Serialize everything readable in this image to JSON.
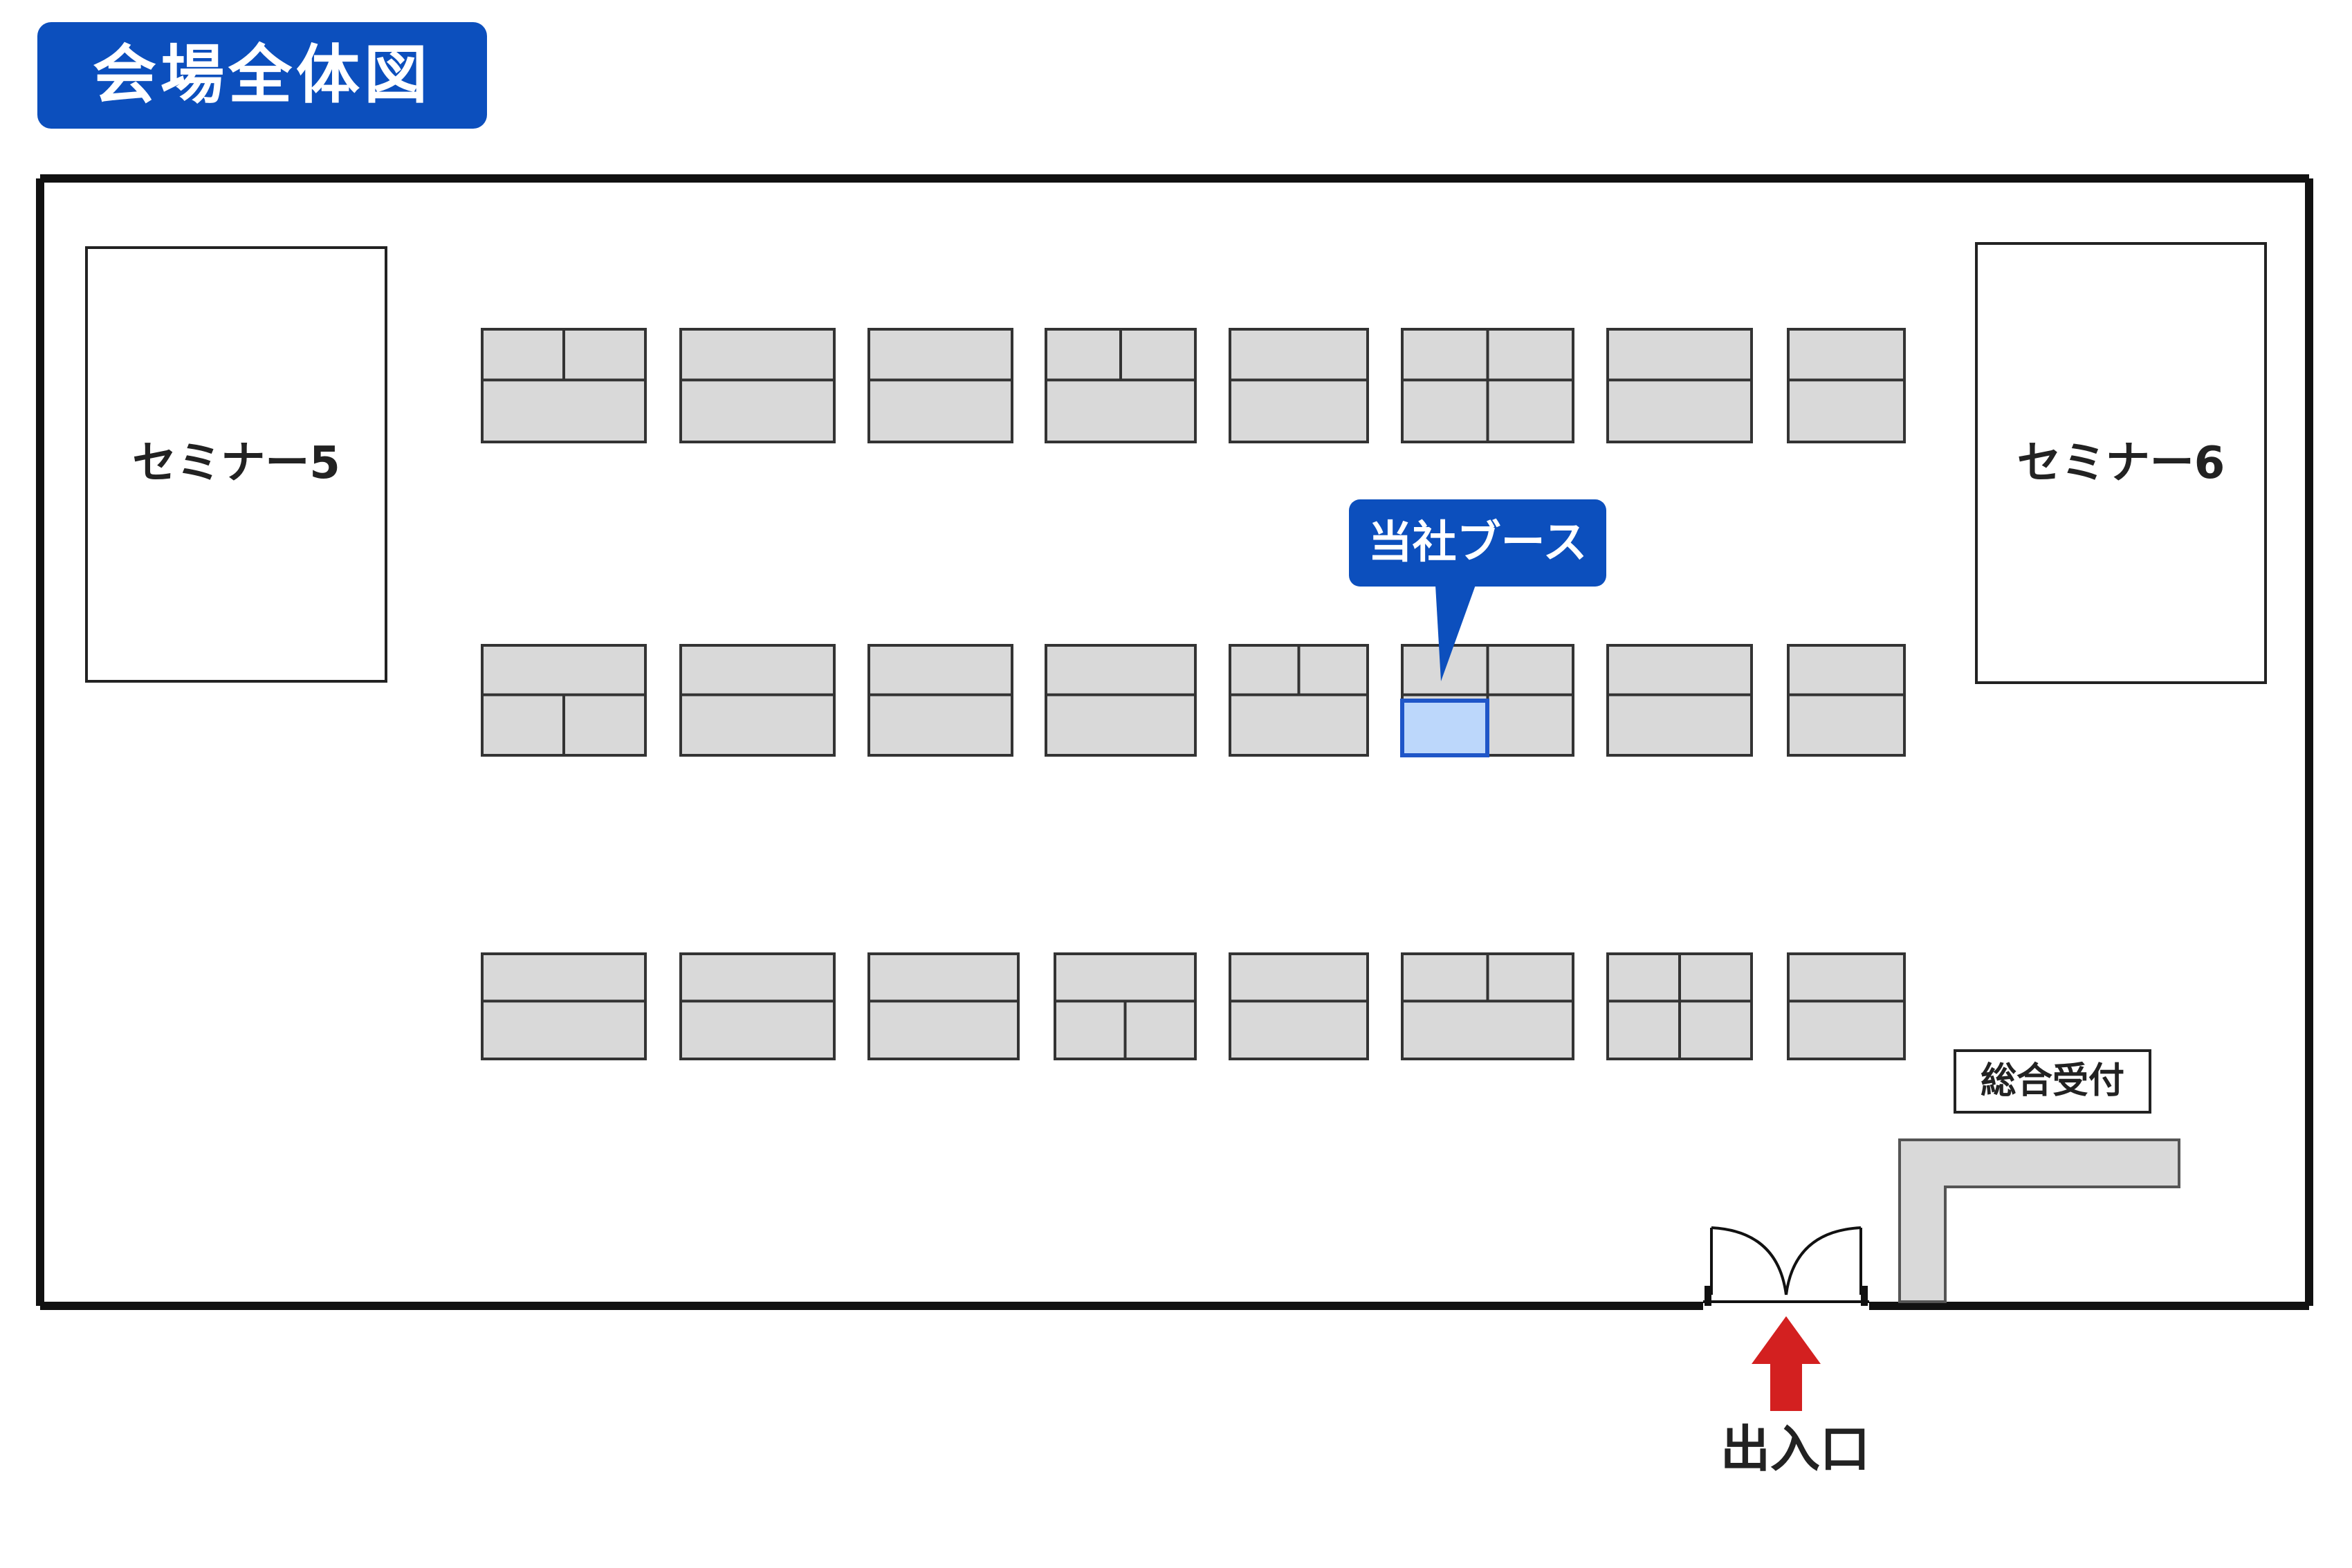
{
  "title": "会場全体図",
  "seminar_rooms": {
    "left": "セミナー5",
    "right": "セミナー6"
  },
  "reception": "総合受付",
  "our_booth_callout": "当社ブース",
  "entrance": "出入口",
  "icons": {
    "door": "double-door-icon",
    "arrow": "arrow-up-icon"
  },
  "colors": {
    "title_bg": "#0c4fbd",
    "callout_bg": "#0c4fbd",
    "booth_fill": "#d9d9d9",
    "booth_stroke": "#333333",
    "highlight_fill": "#bcd7fb",
    "highlight_stroke": "#1f56c8",
    "wall": "#111111",
    "arrow": "#d32020"
  }
}
